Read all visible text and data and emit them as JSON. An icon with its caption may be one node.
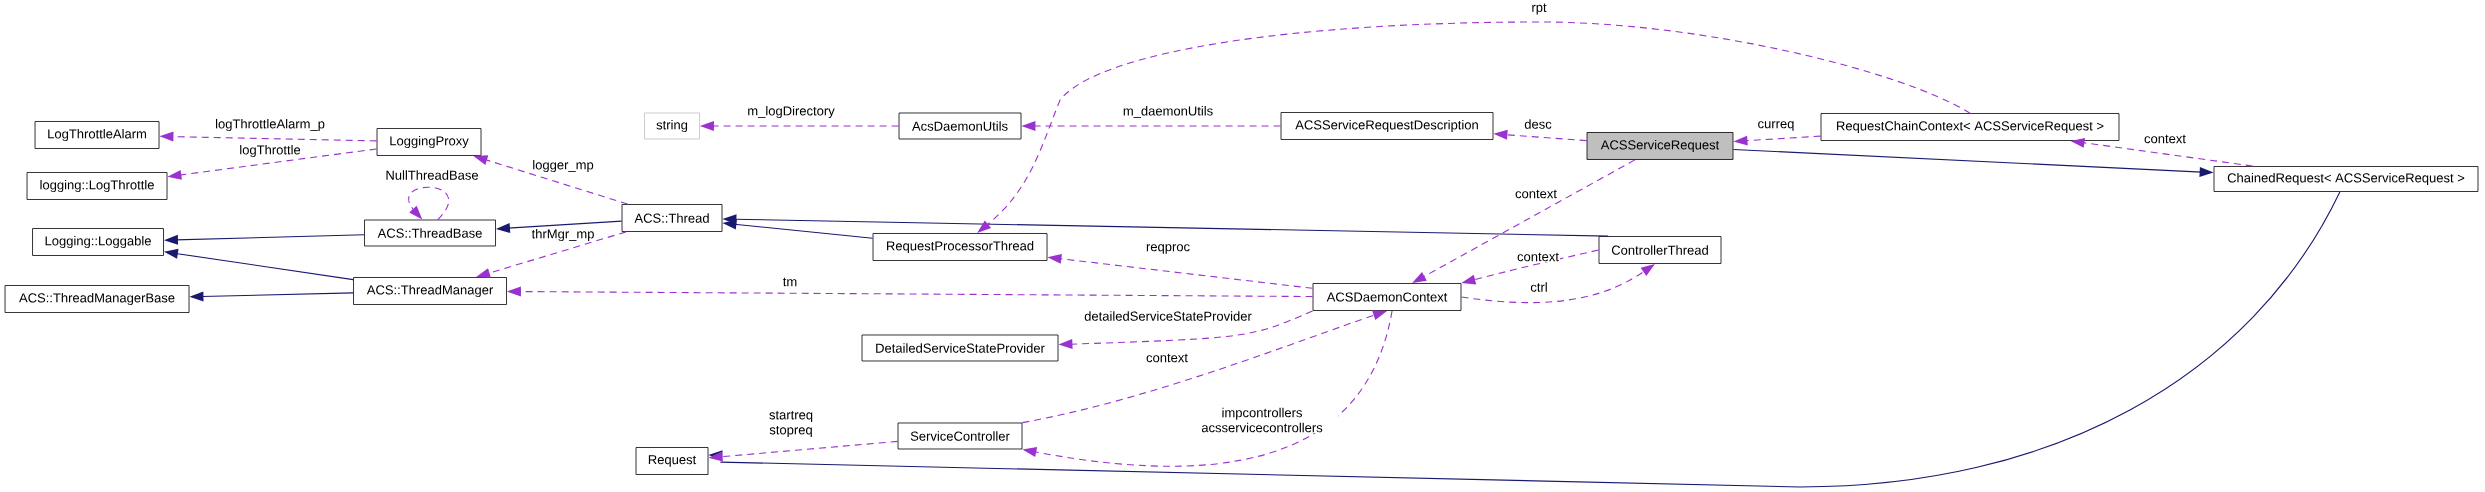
{
  "diagram": {
    "nodes": [
      {
        "text": [
          "LogThrottleAlarm"
        ]
      },
      {
        "text": [
          "logging::LogThrottle"
        ]
      },
      {
        "text": [
          "Logging::Loggable"
        ]
      },
      {
        "text": [
          "ACS::ThreadManagerBase"
        ]
      },
      {
        "text": [
          "LoggingProxy"
        ]
      },
      {
        "text": [
          "ACS::ThreadBase"
        ]
      },
      {
        "text": [
          "ACS::ThreadManager"
        ]
      },
      {
        "text": [
          "string"
        ]
      },
      {
        "text": [
          "ACS::Thread"
        ]
      },
      {
        "text": [
          "Request"
        ]
      },
      {
        "text": [
          "AcsDaemonUtils"
        ]
      },
      {
        "text": [
          "RequestProcessorThread"
        ]
      },
      {
        "text": [
          "DetailedServiceStateProvider"
        ]
      },
      {
        "text": [
          "ServiceController"
        ]
      },
      {
        "text": [
          "ACSServiceRequestDescription"
        ]
      },
      {
        "text": [
          "ACSDaemonContext"
        ]
      },
      {
        "text": [
          "ACSServiceRequest"
        ]
      },
      {
        "text": [
          "ControllerThread"
        ]
      },
      {
        "text": [
          "RequestChainContext< ACSServiceRequest >"
        ]
      },
      {
        "text": [
          "ChainedRequest< ACSServiceRequest >"
        ]
      }
    ],
    "edges": [
      {
        "from": 4,
        "to": 0,
        "arrow": "to",
        "label": "logThrottleAlarm_p",
        "style": "dashed"
      },
      {
        "from": 4,
        "to": 1,
        "arrow": "to",
        "label": "logThrottle",
        "style": "dashed"
      },
      {
        "from": 5,
        "to": 2,
        "arrow": "to",
        "color": "#191970"
      },
      {
        "from": 6,
        "to": 2,
        "arrow": "to",
        "color": "#191970"
      },
      {
        "from": 6,
        "to": 3,
        "arrow": "to",
        "color": "#191970"
      },
      {
        "from": 5,
        "to": 5,
        "arrow": "to",
        "label": "NullThreadBase",
        "style": "dashed"
      },
      {
        "from": 8,
        "to": 4,
        "arrow": "to",
        "label": "logger_mp",
        "style": "dashed"
      },
      {
        "from": 8,
        "to": 5,
        "arrow": "to",
        "color": "#191970"
      },
      {
        "from": 8,
        "to": 6,
        "arrow": "to",
        "label": "thrMgr_mp",
        "style": "dashed"
      },
      {
        "from": 10,
        "to": 7,
        "arrow": "to",
        "label": "m_logDirectory",
        "style": "dashed"
      },
      {
        "from": 14,
        "to": 10,
        "arrow": "to",
        "label": "m_daemonUtils",
        "style": "dashed"
      },
      {
        "from": 11,
        "to": 8,
        "arrow": "to",
        "color": "#191970"
      },
      {
        "from": 17,
        "to": 8,
        "arrow": "to",
        "color": "#191970"
      },
      {
        "from": 18,
        "to": 11,
        "arrow": "to",
        "label": "rpt",
        "style": "dashed"
      },
      {
        "from": 16,
        "to": 14,
        "arrow": "to",
        "label": "desc",
        "style": "dashed"
      },
      {
        "from": 18,
        "to": 16,
        "arrow": "to",
        "label": "curreq",
        "style": "dashed"
      },
      {
        "from": 16,
        "to": 19,
        "arrow": "to",
        "color": "#191970"
      },
      {
        "from": 19,
        "to": 18,
        "arrow": "to",
        "label": "context",
        "style": "dashed"
      },
      {
        "from": 19,
        "to": 9,
        "arrow": "to",
        "color": "#191970"
      },
      {
        "from": 16,
        "to": 15,
        "arrow": "to",
        "label": "context",
        "style": "dashed"
      },
      {
        "from": 17,
        "to": 15,
        "arrow": "to",
        "label": "context",
        "style": "dashed"
      },
      {
        "from": 15,
        "to": 17,
        "arrow": "to",
        "label": "ctrl",
        "style": "dashed"
      },
      {
        "from": 15,
        "to": 11,
        "arrow": "to",
        "label": "reqproc",
        "style": "dashed"
      },
      {
        "from": 15,
        "to": 6,
        "arrow": "to",
        "label": "tm",
        "style": "dashed"
      },
      {
        "from": 15,
        "to": 12,
        "arrow": "to",
        "label": "detailedServiceStateProvider",
        "style": "dashed"
      },
      {
        "from": 13,
        "to": 15,
        "arrow": "to",
        "label": "context",
        "style": "dashed"
      },
      {
        "from": 15,
        "to": 13,
        "arrow": "to",
        "label": "impcontrollers acsservicecontrollers",
        "style": "dashed"
      },
      {
        "from": 13,
        "to": 9,
        "arrow": "to",
        "label": "startreq stopreq",
        "style": "dashed"
      }
    ]
  }
}
